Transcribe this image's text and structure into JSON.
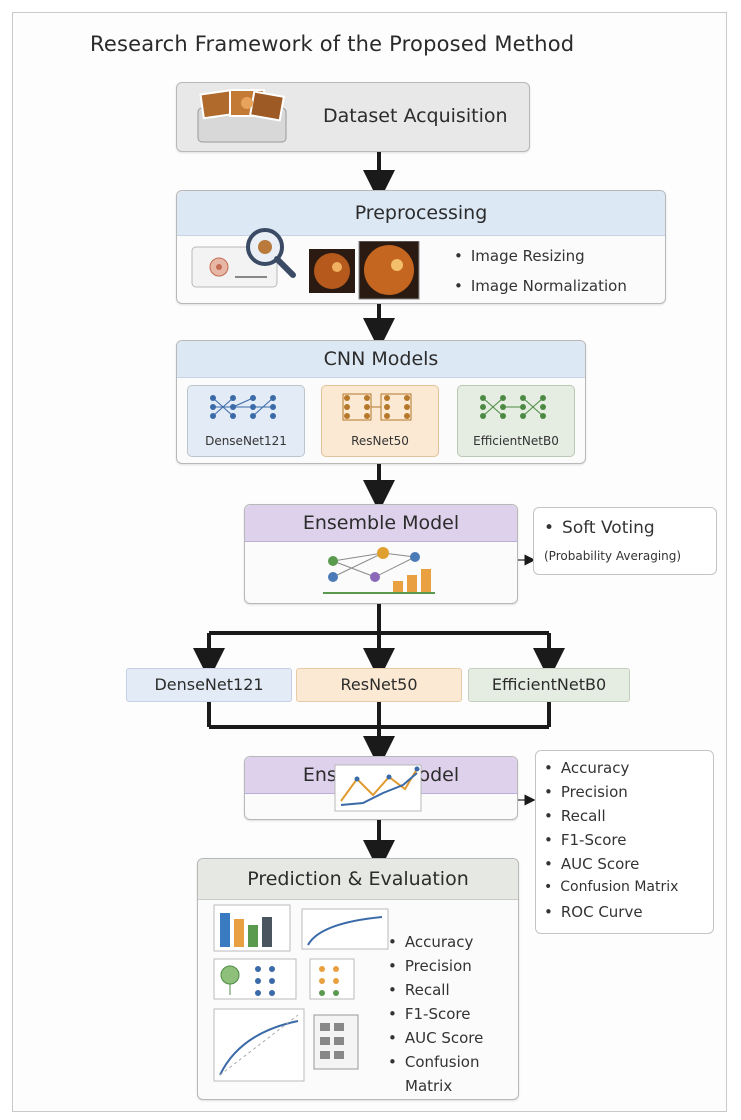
{
  "title": "Research Framework of the Proposed Method",
  "dataset": {
    "label": "Dataset Acquisition"
  },
  "preprocessing": {
    "header": "Preprocessing",
    "bullets": [
      "Image Resizing",
      "Image Normalization"
    ]
  },
  "cnn": {
    "header": "CNN Models",
    "models": [
      "DenseNet121",
      "ResNet50",
      "EfficientNetB0"
    ]
  },
  "ensemble1": {
    "header": "Ensemble Model",
    "side_title": "Soft Voting",
    "side_sub": "(Probability Averaging)"
  },
  "branches": [
    "DenseNet121",
    "ResNet50",
    "EfficientNetB0"
  ],
  "ensemble2": {
    "header": "Ensemble Model",
    "metrics": [
      "Accuracy",
      "Precision",
      "Recall",
      "F1-Score",
      "AUC Score",
      "Confusion Matrix",
      "ROC Curve"
    ]
  },
  "prediction": {
    "header": "Prediction & Evaluation",
    "metrics": [
      "Accuracy",
      "Precision",
      "Recall",
      "F1-Score",
      "AUC Score",
      "Confusion"
    ],
    "metrics_cont": "Matrix"
  },
  "colors": {
    "blue_header": "#dde8f5",
    "purple_header": "#ddd1ec",
    "gray_header": "#e6e8e3",
    "densenet": "#e3ebf6",
    "resnet": "#fbe9d3",
    "efficientnet": "#e5ece2",
    "arrow": "#1a1a1a"
  }
}
